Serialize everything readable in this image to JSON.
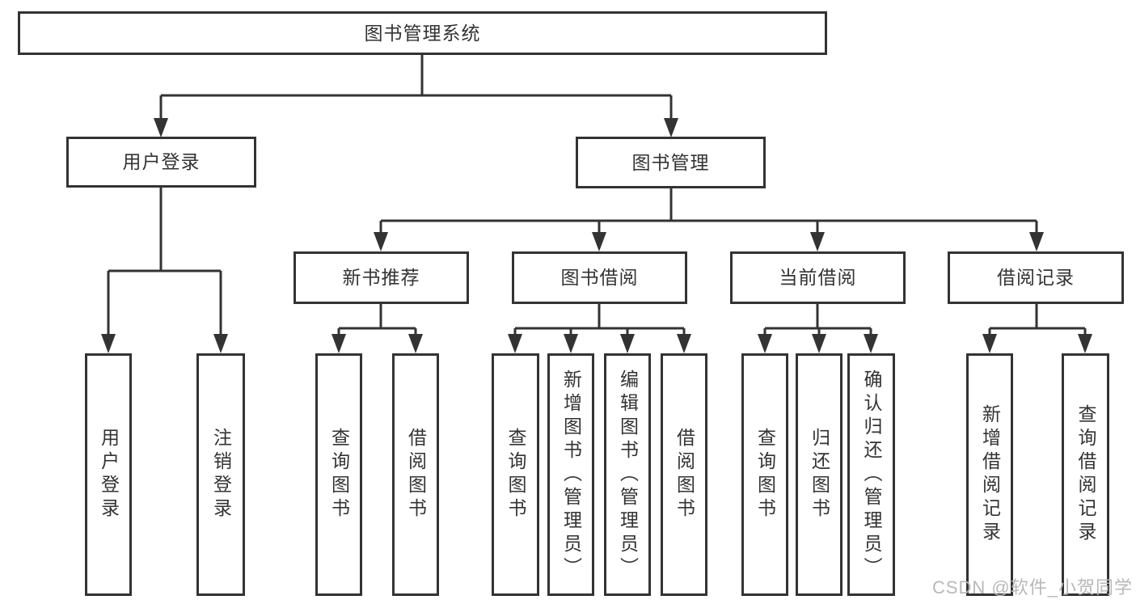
{
  "diagram": {
    "root": {
      "label": "图书管理系统",
      "children": [
        {
          "label": "用户登录",
          "children": [
            {
              "label": "用户登录"
            },
            {
              "label": "注销登录"
            }
          ]
        },
        {
          "label": "图书管理",
          "children": [
            {
              "label": "新书推荐",
              "children": [
                {
                  "label": "查询图书"
                },
                {
                  "label": "借阅图书"
                }
              ]
            },
            {
              "label": "图书借阅",
              "children": [
                {
                  "label": "查询图书"
                },
                {
                  "label": "新增图书（管理员）"
                },
                {
                  "label": "编辑图书（管理员）"
                },
                {
                  "label": "借阅图书"
                }
              ]
            },
            {
              "label": "当前借阅",
              "children": [
                {
                  "label": "查询图书"
                },
                {
                  "label": "归还图书"
                },
                {
                  "label": "确认归还（管理员）"
                }
              ]
            },
            {
              "label": "借阅记录",
              "children": [
                {
                  "label": "新增借阅记录"
                },
                {
                  "label": "查询借阅记录"
                }
              ]
            }
          ]
        }
      ]
    }
  },
  "watermark": {
    "text": "CSDN @软件_小贺同学"
  },
  "colors": {
    "line": "#333333",
    "text": "#333333",
    "watermark": "#b8b8b8",
    "background": "#ffffff"
  }
}
